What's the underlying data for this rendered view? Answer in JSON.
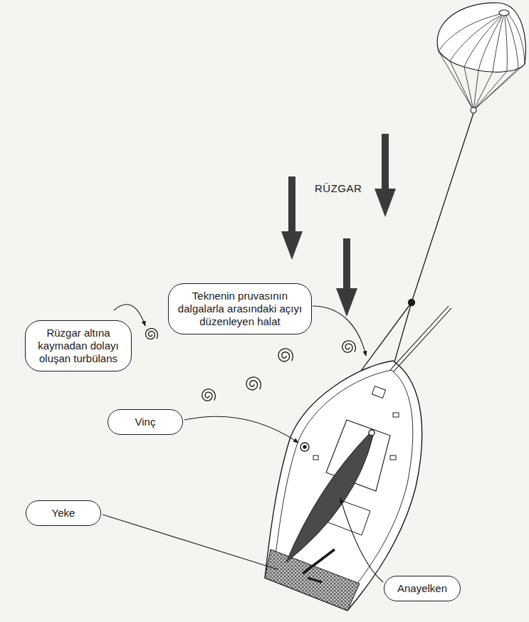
{
  "diagram": {
    "nodes": [
      {
        "text": [
          "Teknenin pruvasının dalgalarla arasındaki açıyı düzenleyen halat"
        ]
      },
      {
        "text": [
          "Rüzgar altına kaymadan dolayı oluşan turbülans"
        ]
      },
      {
        "text": [
          "Vinç"
        ]
      },
      {
        "text": [
          "Yeke"
        ]
      },
      {
        "text": [
          "Anayelken"
        ]
      }
    ],
    "labels": [
      "RÜZGAR"
    ]
  }
}
